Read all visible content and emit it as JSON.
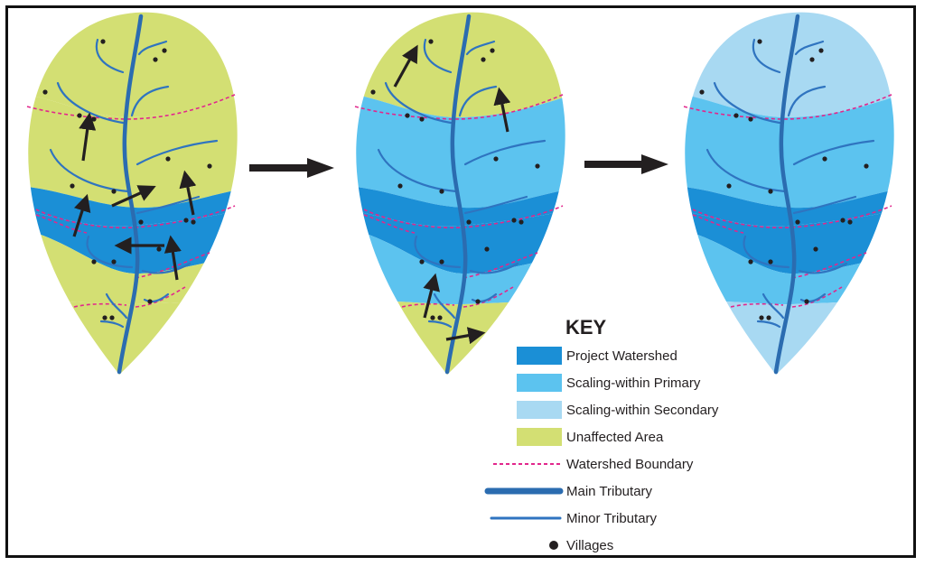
{
  "colors": {
    "project_watershed": "#1b8fd6",
    "scaling_primary": "#5cc3ef",
    "scaling_secondary": "#a8d9f2",
    "unaffected_area": "#d3df73",
    "watershed_boundary": "#e2278c",
    "main_tributary": "#2b6cb0",
    "minor_tributary": "#2f74c0",
    "villages": "#231f20",
    "arrows": "#231f20"
  },
  "legend": {
    "title": "KEY",
    "items": [
      {
        "id": "project-watershed",
        "label": "Project Watershed",
        "swatch": "fill",
        "color": "#1b8fd6"
      },
      {
        "id": "scaling-primary",
        "label": "Scaling-within Primary",
        "swatch": "fill",
        "color": "#5cc3ef"
      },
      {
        "id": "scaling-secondary",
        "label": "Scaling-within Secondary",
        "swatch": "fill",
        "color": "#a8d9f2"
      },
      {
        "id": "unaffected-area",
        "label": "Unaffected Area",
        "swatch": "fill",
        "color": "#d3df73"
      },
      {
        "id": "watershed-boundary",
        "label": "Watershed Boundary",
        "swatch": "dashed-line",
        "color": "#e2278c"
      },
      {
        "id": "main-tributary",
        "label": "Main Tributary",
        "swatch": "thick-line",
        "color": "#2b6cb0"
      },
      {
        "id": "minor-tributary",
        "label": "Minor Tributary",
        "swatch": "thin-line",
        "color": "#2f74c0"
      },
      {
        "id": "villages",
        "label": "Villages",
        "swatch": "dot",
        "color": "#231f20"
      }
    ]
  },
  "stages": [
    {
      "id": "stage-1",
      "zones": [
        "unaffected",
        "unaffected",
        "project",
        "project",
        "unaffected",
        "unaffected"
      ],
      "has_spread_arrows": true
    },
    {
      "id": "stage-2",
      "zones": [
        "unaffected",
        "primary",
        "project",
        "project",
        "primary",
        "unaffected"
      ],
      "has_spread_arrows": true
    },
    {
      "id": "stage-3",
      "zones": [
        "secondary",
        "primary",
        "project",
        "project",
        "primary",
        "secondary"
      ],
      "has_spread_arrows": false
    }
  ]
}
